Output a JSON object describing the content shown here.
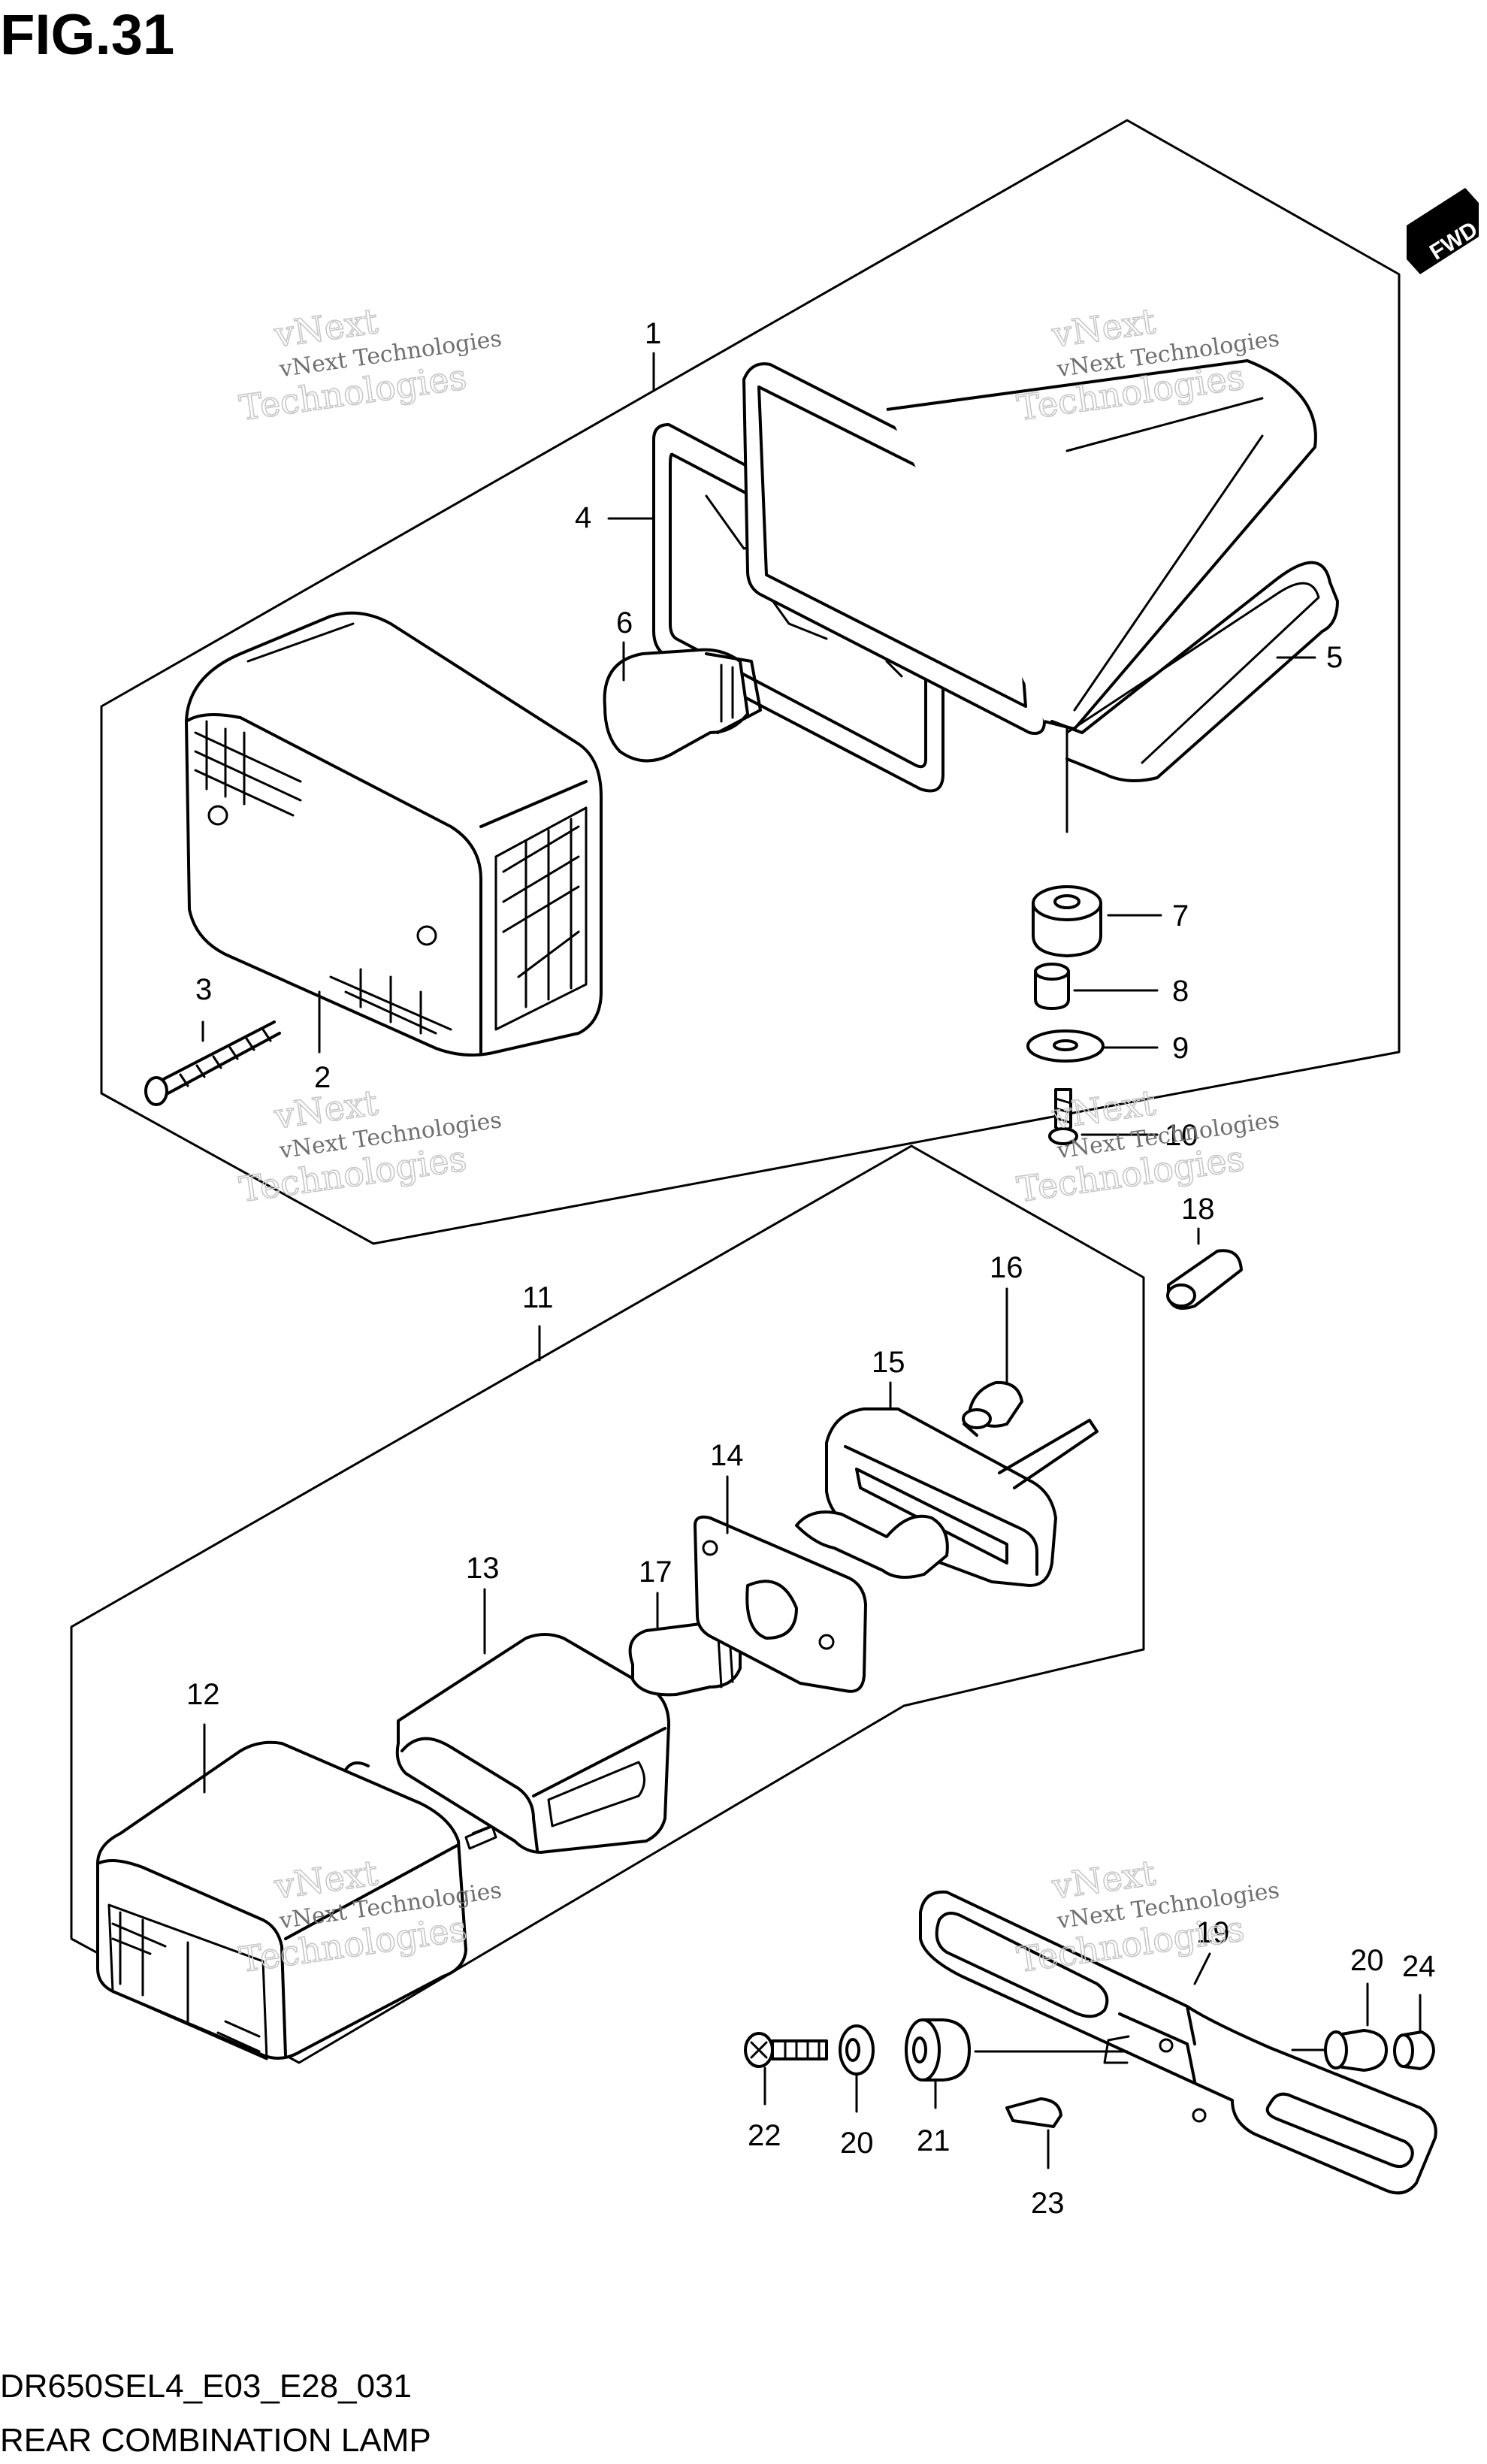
{
  "figure": {
    "title": "FIG.31",
    "code": "DR650SEL4_E03_E28_031",
    "caption": "REAR COMBINATION LAMP",
    "direction_badge": "FWD"
  },
  "watermark": {
    "brand_small": "vNext Technologies",
    "brand_large_top": "vNext",
    "brand_large_bottom": "Technologies"
  },
  "callouts": [
    "1",
    "2",
    "3",
    "4",
    "5",
    "6",
    "7",
    "8",
    "9",
    "10",
    "11",
    "12",
    "13",
    "14",
    "15",
    "16",
    "17",
    "18",
    "19",
    "20",
    "21",
    "22",
    "23",
    "24"
  ],
  "callouts_extra": [
    "20"
  ]
}
